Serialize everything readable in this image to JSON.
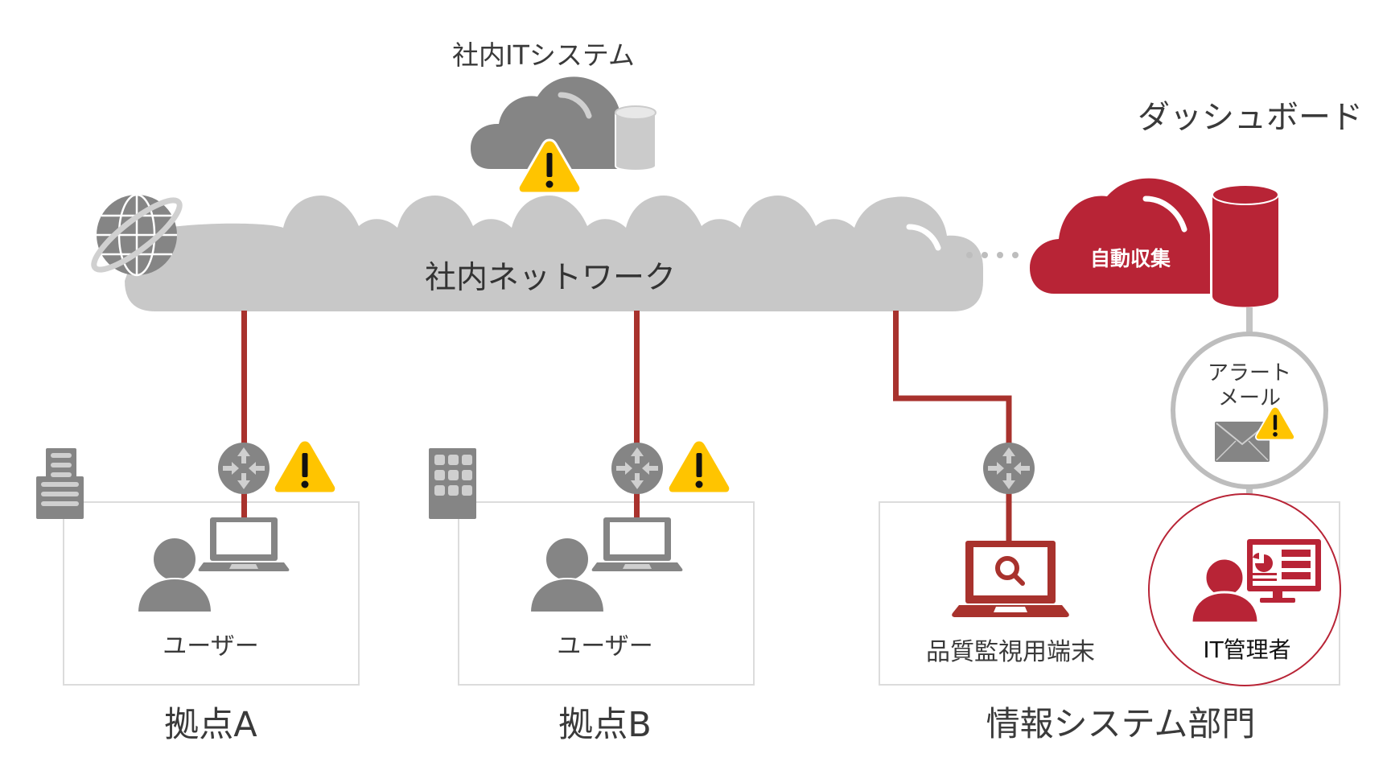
{
  "diagram": {
    "title_it_system": "社内ITシステム",
    "title_dashboard": "ダッシュボード",
    "network_label": "社内ネットワーク",
    "auto_collect_label": "自動収集",
    "alert_mail": {
      "line1": "アラート",
      "line2": "メール"
    },
    "sites": [
      {
        "id": "site-a",
        "name": "拠点A",
        "user_label": "ユーザー",
        "has_warning": true
      },
      {
        "id": "site-b",
        "name": "拠点B",
        "user_label": "ユーザー",
        "has_warning": true
      },
      {
        "id": "it-dept",
        "name": "情報システム部門",
        "terminal_label": "品質監視用端末",
        "admin_label": "IT管理者",
        "has_warning": false
      }
    ],
    "icons": {
      "globe": "globe-icon",
      "cloud": "cloud-icon",
      "database": "database-icon",
      "warning": "warning-icon",
      "router": "router-icon",
      "laptop": "laptop-icon",
      "user": "user-icon",
      "building": "building-icon",
      "mail": "mail-icon",
      "magnifier": "magnifier-icon",
      "admin_monitor": "admin-monitor-icon"
    },
    "colors": {
      "accent_red": "#b82436",
      "link_red": "#a8322d",
      "network_gray": "#c8c8c8",
      "icon_gray": "#858585",
      "warning_yellow": "#ffc400",
      "box_border": "#dcdcdc"
    }
  }
}
